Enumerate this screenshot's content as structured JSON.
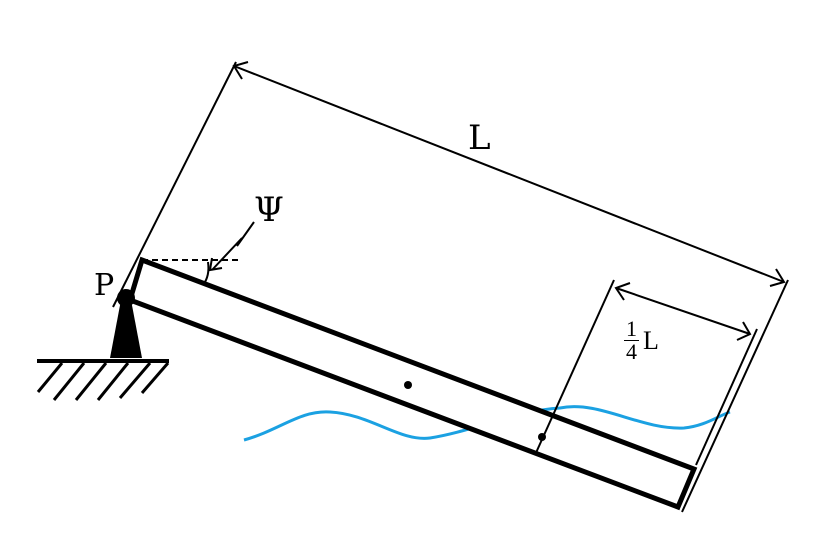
{
  "labels": {
    "length": "L",
    "angle": "Ψ",
    "pivot": "P",
    "quarter_numerator": "1",
    "quarter_denominator": "4",
    "quarter_symbol": "L"
  },
  "colors": {
    "water": "#1ba1e2",
    "ink": "#000000"
  }
}
